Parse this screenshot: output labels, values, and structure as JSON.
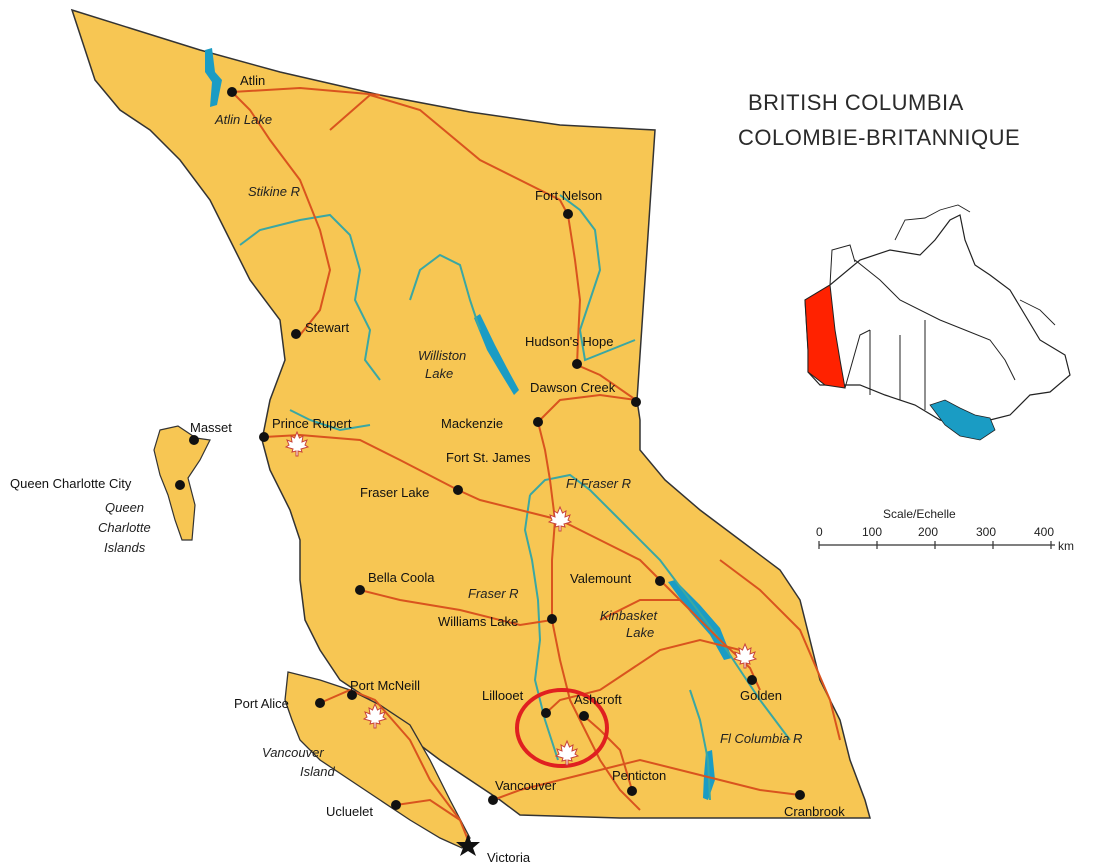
{
  "title": {
    "line1": "BRITISH COLUMBIA",
    "line2": "COLOMBIE-BRITANNIQUE"
  },
  "scale": {
    "title": "Scale/Echelle",
    "ticks": [
      "0",
      "100",
      "200",
      "300",
      "400"
    ],
    "unit": "km"
  },
  "cities": [
    {
      "id": "atlin",
      "label": "Atlin"
    },
    {
      "id": "fort-nelson",
      "label": "Fort Nelson"
    },
    {
      "id": "stewart",
      "label": "Stewart"
    },
    {
      "id": "hudsons-hope",
      "label": "Hudson's Hope"
    },
    {
      "id": "dawson-creek",
      "label": "Dawson Creek"
    },
    {
      "id": "masset",
      "label": "Masset"
    },
    {
      "id": "prince-rupert",
      "label": "Prince Rupert"
    },
    {
      "id": "mackenzie",
      "label": "Mackenzie"
    },
    {
      "id": "fort-st-james",
      "label": "Fort St. James"
    },
    {
      "id": "queen-charlotte-city",
      "label": "Queen Charlotte City"
    },
    {
      "id": "fraser-lake",
      "label": "Fraser Lake"
    },
    {
      "id": "bella-coola",
      "label": "Bella Coola"
    },
    {
      "id": "valemount",
      "label": "Valemount"
    },
    {
      "id": "williams-lake",
      "label": "Williams Lake"
    },
    {
      "id": "port-mcneill",
      "label": "Port McNeill"
    },
    {
      "id": "port-alice",
      "label": "Port Alice"
    },
    {
      "id": "lillooet",
      "label": "Lillooet"
    },
    {
      "id": "ashcroft",
      "label": "Ashcroft"
    },
    {
      "id": "golden",
      "label": "Golden"
    },
    {
      "id": "penticton",
      "label": "Penticton"
    },
    {
      "id": "vancouver",
      "label": "Vancouver"
    },
    {
      "id": "ucluelet",
      "label": "Ucluelet"
    },
    {
      "id": "cranbrook",
      "label": "Cranbrook"
    },
    {
      "id": "victoria",
      "label": "Victoria"
    }
  ],
  "water_labels": [
    {
      "id": "atlin-lake",
      "label": "Atlin Lake"
    },
    {
      "id": "stikine-r",
      "label": "Stikine R"
    },
    {
      "id": "williston-lake-1",
      "label": "Williston"
    },
    {
      "id": "williston-lake-2",
      "label": "Lake"
    },
    {
      "id": "fl-fraser-r",
      "label": "Fl Fraser R"
    },
    {
      "id": "fraser-r",
      "label": "Fraser R"
    },
    {
      "id": "kinbasket-1",
      "label": "Kinbasket"
    },
    {
      "id": "kinbasket-2",
      "label": "Lake"
    },
    {
      "id": "fl-columbia-r",
      "label": "Fl Columbia R"
    },
    {
      "id": "vancouver-island-1",
      "label": "Vancouver"
    },
    {
      "id": "vancouver-island-2",
      "label": "Island"
    },
    {
      "id": "qci-1",
      "label": "Queen"
    },
    {
      "id": "qci-2",
      "label": "Charlotte"
    },
    {
      "id": "qci-3",
      "label": "Islands"
    }
  ],
  "colors": {
    "land": "#f7c653",
    "border": "#333333",
    "road": "#d9541e",
    "river": "#3aa7a3",
    "lake": "#1a9cc4",
    "highlight_circle": "#e02020",
    "inset_bc": "#ff2200",
    "maple_leaf": "#ffffff"
  },
  "icons": {
    "city": "dot-icon",
    "capital": "star-icon",
    "crossing": "maple-leaf-icon"
  }
}
